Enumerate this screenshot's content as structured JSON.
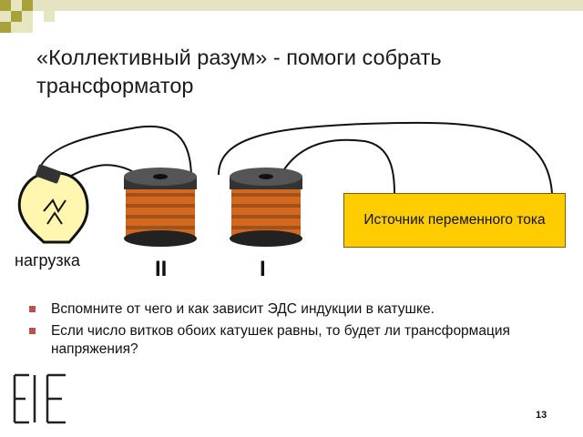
{
  "slide": {
    "title": "«Коллективный разум» - помоги собрать трансформатор",
    "source_label": "Источник переменного тока",
    "load_label": "нагрузка",
    "coil_secondary_label": "II",
    "coil_primary_label": "I",
    "bullets": [
      "Вспомните от чего и как зависит ЭДС индукции в катушке.",
      "Если число витков обоих катушек равны, то будет ли трансформация напряжения?"
    ],
    "page_number": "13"
  },
  "colors": {
    "checker_dark": "#a8a23a",
    "checker_light": "#e8e6c0",
    "bar": "#e5e3c2",
    "source_fill": "#ffcc00",
    "coil_copper": "#d2691e",
    "bulb_fill": "#fff6b0",
    "bullet_mark": "#c0504d"
  },
  "icons": {
    "bulb": "light-bulb-icon",
    "coil": "coil-icon",
    "logo": "logo-icon"
  }
}
